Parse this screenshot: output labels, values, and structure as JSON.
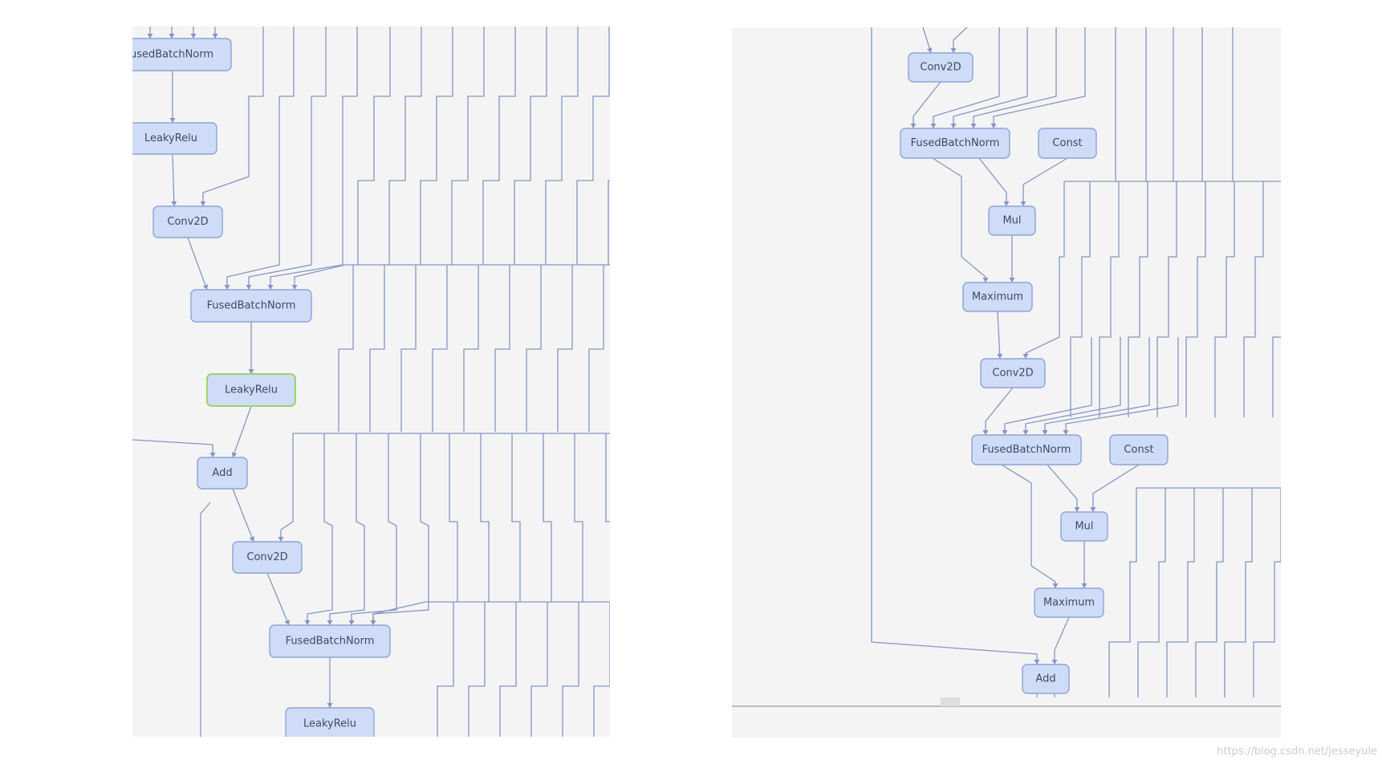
{
  "watermark": "https://blog.csdn.net/jesseyule",
  "left_panel": {
    "nodes": [
      {
        "id": "l_fbn0",
        "label": "usedBatchNorm",
        "selected": false
      },
      {
        "id": "l_lrelu0",
        "label": "LeakyRelu",
        "selected": false
      },
      {
        "id": "l_conv1",
        "label": "Conv2D",
        "selected": false
      },
      {
        "id": "l_fbn1",
        "label": "FusedBatchNorm",
        "selected": false
      },
      {
        "id": "l_lrelu1",
        "label": "LeakyRelu",
        "selected": true
      },
      {
        "id": "l_add",
        "label": "Add",
        "selected": false
      },
      {
        "id": "l_conv2",
        "label": "Conv2D",
        "selected": false
      },
      {
        "id": "l_fbn2",
        "label": "FusedBatchNorm",
        "selected": false
      },
      {
        "id": "l_lrelu2",
        "label": "LeakyRelu",
        "selected": false
      }
    ]
  },
  "right_panel": {
    "nodes": [
      {
        "id": "r_conv0",
        "label": "Conv2D"
      },
      {
        "id": "r_fbn0",
        "label": "FusedBatchNorm"
      },
      {
        "id": "r_const0",
        "label": "Const"
      },
      {
        "id": "r_mul0",
        "label": "Mul"
      },
      {
        "id": "r_max0",
        "label": "Maximum"
      },
      {
        "id": "r_conv1",
        "label": "Conv2D"
      },
      {
        "id": "r_fbn1",
        "label": "FusedBatchNorm"
      },
      {
        "id": "r_const1",
        "label": "Const"
      },
      {
        "id": "r_mul1",
        "label": "Mul"
      },
      {
        "id": "r_max1",
        "label": "Maximum"
      },
      {
        "id": "r_add",
        "label": "Add"
      }
    ]
  }
}
